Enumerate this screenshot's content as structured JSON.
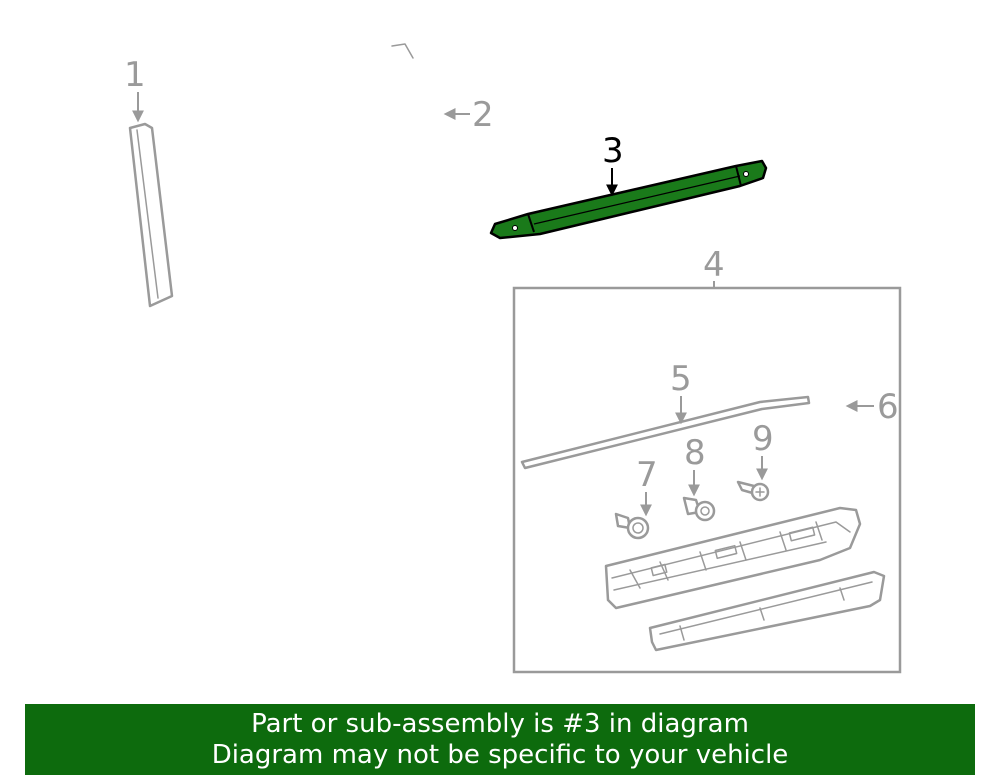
{
  "callouts": {
    "c1": "1",
    "c2": "2",
    "c3": "3",
    "c4": "4",
    "c5": "5",
    "c6": "6",
    "c7": "7",
    "c8": "8",
    "c9": "9"
  },
  "highlighted_part": "3",
  "colors": {
    "highlight_part": "#1a7a1a",
    "banner_background": "#0d6b0d",
    "line_gray": "#9a9a9a"
  },
  "banner": {
    "line1": "Part or sub-assembly is #3 in diagram",
    "line2": "Diagram may not be specific to your vehicle"
  }
}
